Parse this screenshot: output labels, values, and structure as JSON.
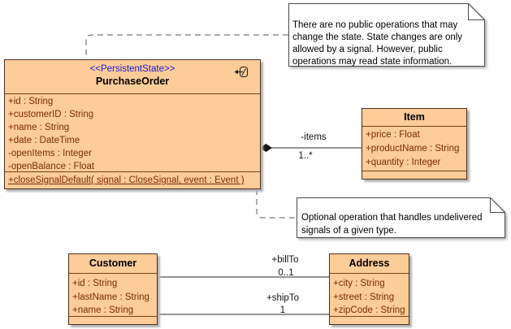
{
  "diagram": {
    "type": "uml-class-diagram"
  },
  "colors": {
    "class_fill": "#FCCC99",
    "class_border": "#4A3020",
    "compartment_divider": "#7A4418",
    "member_text": "#7B2D00",
    "stereotype_text": "#1A1ACD",
    "note_border": "#4A4A4A",
    "line_color": "#2B2B2B"
  },
  "classes": {
    "purchase_order": {
      "stereotype": "<<PersistentState>>",
      "name": "PurchaseOrder",
      "attributes": [
        "+id : String",
        "+customerID : String",
        "+name : String",
        "+date : DateTime",
        "-openItems : Integer",
        "-openBalance : Float"
      ],
      "operations": [
        "+closeSignalDefault( signal : CloseSignal, event : Event )"
      ]
    },
    "item": {
      "name": "Item",
      "attributes": [
        "+price : Float",
        "+productName : String",
        "+quantity : Integer"
      ]
    },
    "customer": {
      "name": "Customer",
      "attributes": [
        "+id : String",
        "+lastName : String",
        "+name : String"
      ]
    },
    "address": {
      "name": "Address",
      "attributes": [
        "+city : String",
        "+street : String",
        "+zipCode : String"
      ]
    }
  },
  "notes": {
    "state_note": {
      "text": "There are no public operations that may change the state. State changes are only allowed by a signal. However, public operations may read state information."
    },
    "signal_note": {
      "text": "Optional operation that handles undelivered signals of a given type."
    }
  },
  "associations": {
    "items": {
      "type": "composition",
      "role_label": "-items",
      "multiplicity": "1..*"
    },
    "bill_to": {
      "role_label": "+billTo",
      "multiplicity": "0..1"
    },
    "ship_to": {
      "role_label": "+shipTo",
      "multiplicity": "1"
    }
  }
}
